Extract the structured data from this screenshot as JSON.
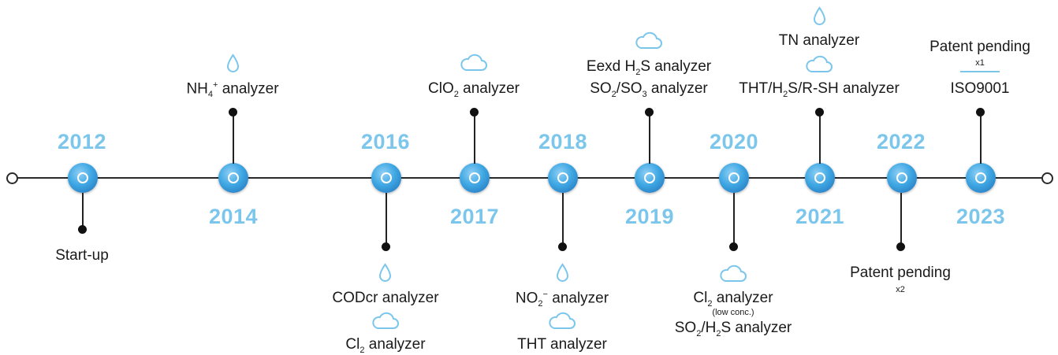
{
  "years": {
    "y2012": "2012",
    "y2014": "2014",
    "y2016": "2016",
    "y2017": "2017",
    "y2018": "2018",
    "y2019": "2019",
    "y2020": "2020",
    "y2021": "2021",
    "y2022": "2022",
    "y2023": "2023"
  },
  "events": {
    "startup": "Start-up",
    "nh4_pre": "NH",
    "nh4_sub": "4",
    "nh4_sup": "+",
    "nh4_post": " analyzer",
    "codcr": "CODcr analyzer",
    "cl2_pre": "Cl",
    "cl2_sub": "2",
    "cl2_post": " analyzer",
    "clo2_pre": "ClO",
    "clo2_sub": "2",
    "clo2_post": " analyzer",
    "no2_pre": "NO",
    "no2_sub": "2",
    "no2_sup": "−",
    "no2_post": " analyzer",
    "tht": "THT analyzer",
    "eexd_pre": "Eexd H",
    "eexd_sub": "2",
    "eexd_post": "S analyzer",
    "so2so3_a": "SO",
    "so2so3_s1": "2",
    "so2so3_b": "/SO",
    "so2so3_s2": "3",
    "so2so3_c": " analyzer",
    "cl2low_pre": "Cl",
    "cl2low_sub": "2",
    "cl2low_post": " analyzer",
    "lowconc": "(low conc.)",
    "so2h2s_a": "SO",
    "so2h2s_s1": "2",
    "so2h2s_b": "/H",
    "so2h2s_s2": "2",
    "so2h2s_c": "S analyzer",
    "tn": "TN analyzer",
    "tht_multi_a": "THT/H",
    "tht_multi_s": "2",
    "tht_multi_b": "S/R-SH analyzer",
    "patent2022": "Patent pending",
    "x2": "x2",
    "patent2023": "Patent pending",
    "x1": "x1",
    "iso": "ISO9001"
  },
  "icons": {
    "drop": "water-drop-icon",
    "cloud": "cloud-icon"
  },
  "colors": {
    "year": "#7cc6ec",
    "node": "#3fa7e3",
    "line": "#2a2a2a"
  }
}
